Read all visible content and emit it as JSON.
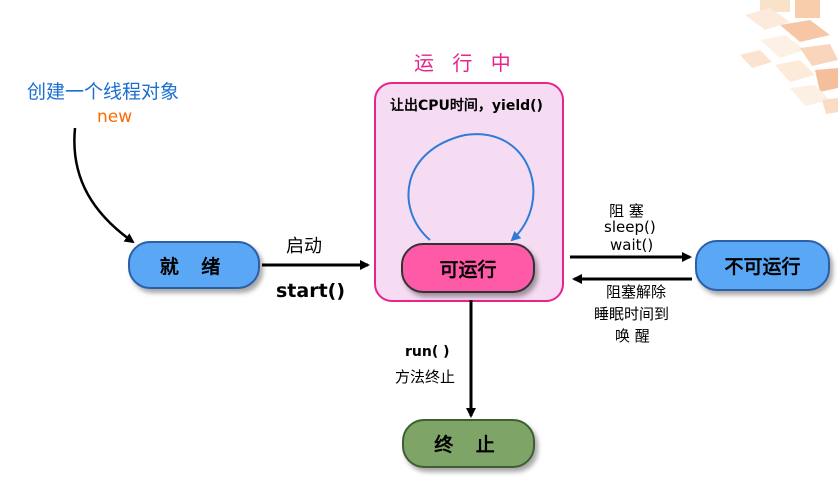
{
  "labels": {
    "create_object": "创建一个线程对象",
    "new_keyword": "new",
    "running_title": "运 行 中",
    "yield_label": "让出CPU时间，yield()",
    "start_cn": "启动",
    "start_fn": "start()",
    "block_cn": "阻 塞",
    "block_sleep": "sleep()",
    "block_wait": "wait()",
    "unblock_1": "阻塞解除",
    "unblock_2": "睡眠时间到",
    "unblock_3": "唤 醒",
    "run_fn": "run( )",
    "run_end": "方法终止"
  },
  "nodes": {
    "ready": "就 绪",
    "runnable": "可运行",
    "not_runnable": "不可运行",
    "terminated": "终 止"
  },
  "colors": {
    "blue_text": "#1a6fd1",
    "orange_text": "#ff6a00",
    "pink_title": "#e8238c",
    "node_blue": "#5aa8f5",
    "node_pink": "#ff5aa8",
    "node_green": "#7fa467",
    "running_box_fill": "#f6dcf3",
    "running_box_border": "#e8238c",
    "loop_arrow": "#2f7bd8"
  },
  "icons": {
    "corner_decoration": "cube-pattern-icon"
  }
}
